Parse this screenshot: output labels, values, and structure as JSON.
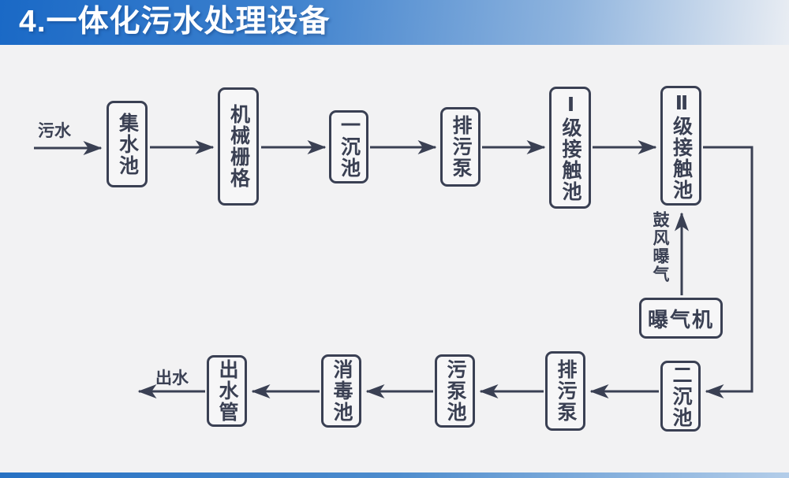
{
  "title": "4.一体化污水处理设备",
  "colors": {
    "accent_blue": "#1e6fc8",
    "line_color": "#3a4053",
    "background": "#f2f2f3"
  },
  "flow": {
    "inlet_label": "污水",
    "outlet_label": "出水",
    "aeration_flow_label": "鼓风曝气",
    "nodes": [
      {
        "id": "collection-tank",
        "label": "集水池"
      },
      {
        "id": "mechanical-grid",
        "label": "机械栅格"
      },
      {
        "id": "primary-sedimentation-tank",
        "label": "一沉池"
      },
      {
        "id": "sewage-pump-top",
        "label": "排污泵"
      },
      {
        "id": "level-1-contact-tank",
        "label": "Ⅰ级接触池"
      },
      {
        "id": "level-2-contact-tank",
        "label": "Ⅱ级接触池"
      },
      {
        "id": "aerator",
        "label": "曝气机"
      },
      {
        "id": "secondary-sedimentation-tank",
        "label": "二沉池"
      },
      {
        "id": "sewage-pump-bottom",
        "label": "排污泵"
      },
      {
        "id": "sewage-pump-tank",
        "label": "污泵池"
      },
      {
        "id": "disinfection-tank",
        "label": "消毒池"
      },
      {
        "id": "outlet-pipe",
        "label": "出水管"
      }
    ]
  }
}
